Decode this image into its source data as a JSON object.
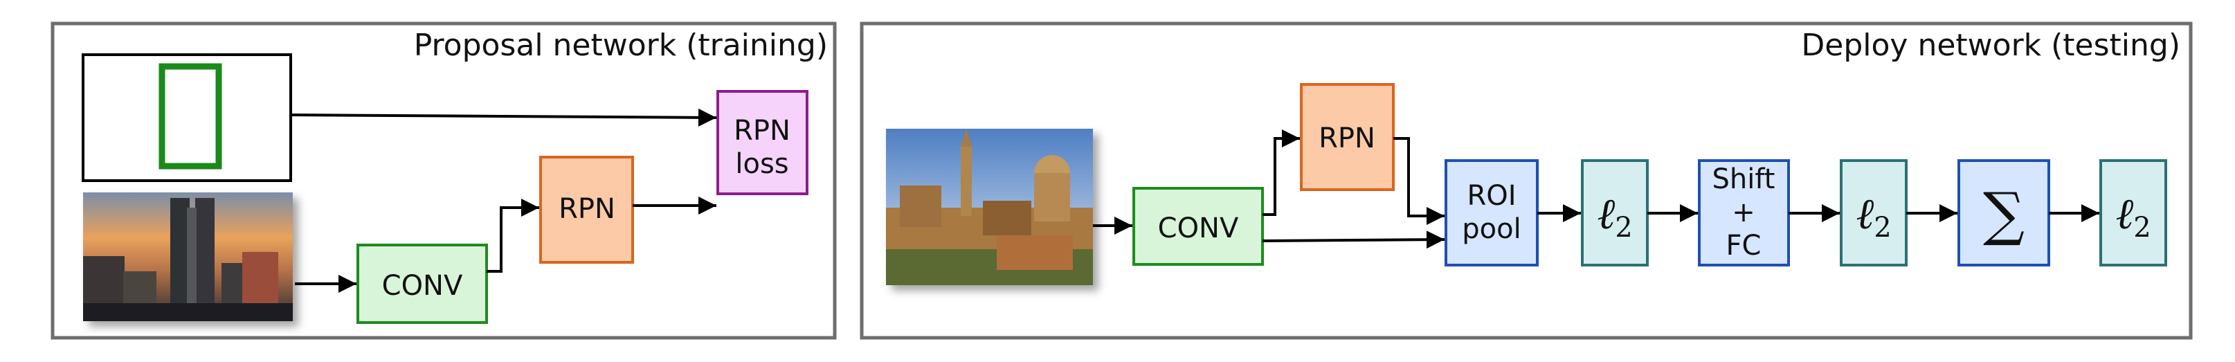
{
  "panels": {
    "proposal_title": "Proposal network (training)",
    "deploy_title": "Deploy network (testing)"
  },
  "training": {
    "conv_label": "CONV",
    "rpn_label": "RPN",
    "rpn_loss_line1": "RPN",
    "rpn_loss_line2": "loss"
  },
  "testing": {
    "conv_label": "CONV",
    "rpn_label": "RPN",
    "roi_line1": "ROI",
    "roi_line2": "pool",
    "l2_symbol": "ℓ",
    "l2_sub": "2",
    "shift_line1": "Shift",
    "shift_line2": "+",
    "shift_line3": "FC",
    "sum_symbol": "∑"
  },
  "colors": {
    "conv_fill": "#d9f5d9",
    "conv_stroke": "#1e8c1e",
    "rpn_fill": "#fccaa6",
    "rpn_stroke": "#d9661e",
    "loss_fill": "#f6d3fa",
    "loss_stroke": "#8a1f8a",
    "blue_fill": "#d6e6ff",
    "blue_stroke": "#1f4fb3",
    "teal_fill": "#d6eef0",
    "teal_stroke": "#2a7272",
    "bbox_stroke": "#1a8a1a"
  }
}
